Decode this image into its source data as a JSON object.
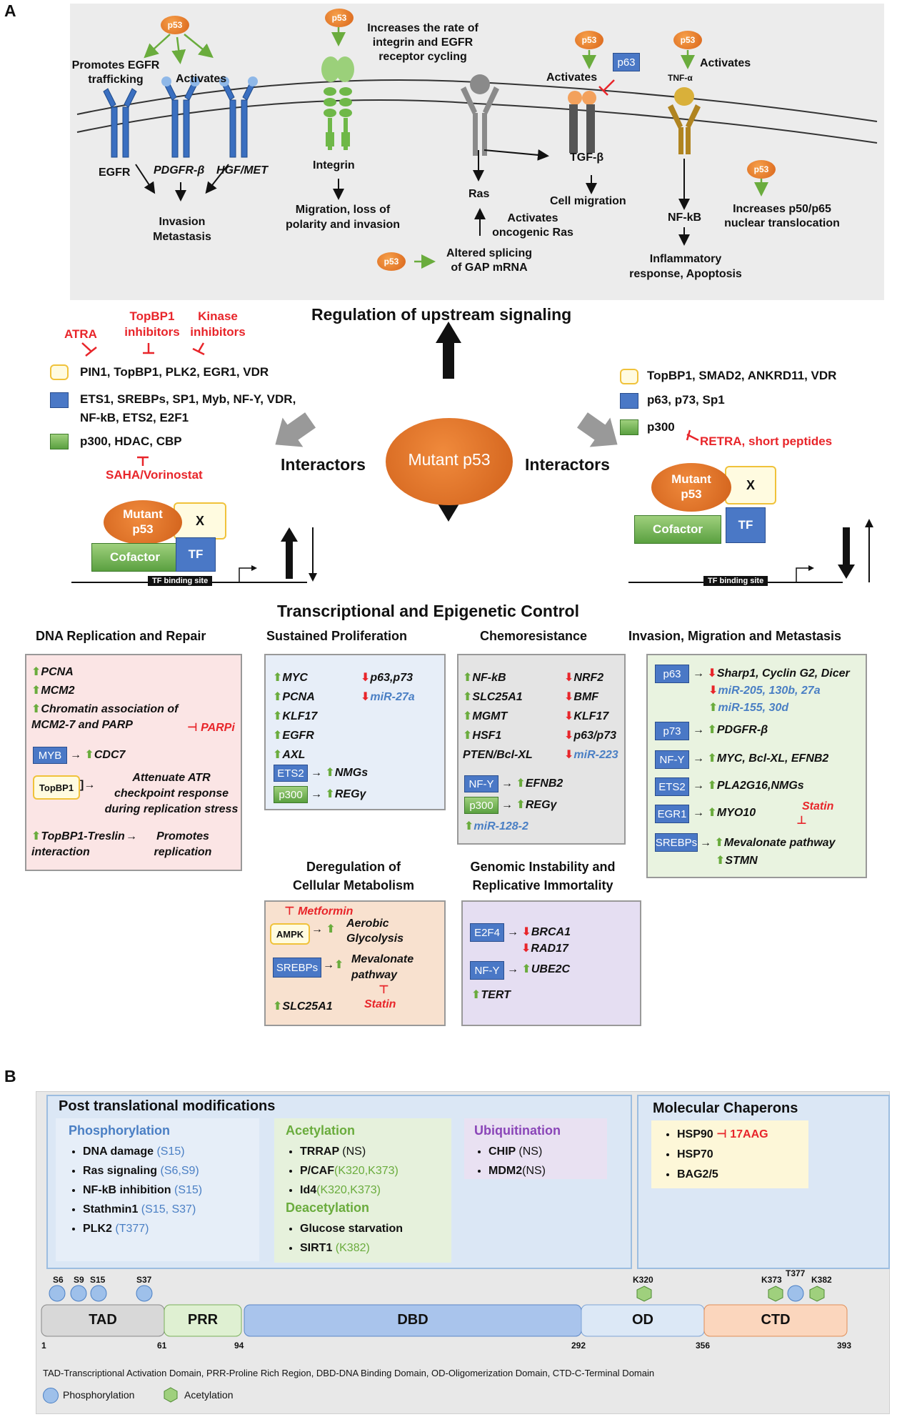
{
  "panel_a": {
    "label": "A",
    "mutant_p53": "Mutant p53",
    "upstream_title": "Regulation of upstream signaling",
    "transcription_title": "Transcriptional and Epigenetic Control",
    "interactors_left": "Interactors",
    "interactors_right": "Interactors",
    "p53": "p53",
    "receptors": {
      "promotes_egfr": "Promotes EGFR\ntrafficking",
      "activates1": "Activates",
      "egfr": "EGFR",
      "pdgfr": "PDGFR-β",
      "hgf": "HGF/MET",
      "invasion": "Invasion\nMetastasis",
      "integrin_text": "Increases the rate of\nintegrin and EGFR\nreceptor cycling",
      "integrin": "Integrin",
      "migration": "Migration, loss of\npolarity and invasion",
      "ras": "Ras",
      "activates_ras": "Activates\noncogenic Ras",
      "altered_splicing": "Altered splicing\nof GAP mRNA",
      "activates2": "Activates",
      "p63": "p63",
      "tgfb": "TGF-β",
      "cell_migration": "Cell migration",
      "activates3": "Activates",
      "tnfa": "TNF-α",
      "nfkb": "NF-kB",
      "increases_p50": "Increases p50/p65\nnuclear translocation",
      "inflammatory": "Inflammatory\nresponse, Apoptosis"
    },
    "left_inhibitors": {
      "atra": "ATRA",
      "topbp1": "TopBP1\ninhibitors",
      "kinase": "Kinase\ninhibitors",
      "saha": "SAHA/Vorinostat"
    },
    "left_rows": [
      "PIN1, TopBP1, PLK2, EGR1, VDR",
      "ETS1, SREBPs, SP1, Myb, NF-Y, VDR,",
      "NF-kB, ETS2, E2F1",
      "p300, HDAC, CBP"
    ],
    "right_rows": [
      "TopBP1, SMAD2, ANKRD11, VDR",
      "p63, p73, Sp1",
      "p300"
    ],
    "retra": "RETRA, short peptides",
    "complex": {
      "mutant": "Mutant\np53",
      "x": "X",
      "cofactor": "Cofactor",
      "tf": "TF",
      "site": "TF binding site"
    },
    "boxes": {
      "dna": {
        "title": "DNA Replication and Repair",
        "pcna": "PCNA",
        "mcm2": "MCM2",
        "chromatin": "Chromatin association of\nMCM2-7 and PARP",
        "parpi": "PARPi",
        "myb": "MYB",
        "cdc7": "CDC7",
        "topbp1": "TopBP1",
        "attenuate": "Attenuate ATR\ncheckpoint response\nduring replication stress",
        "treslin": "TopBP1-Treslin\ninteraction",
        "promotes": "Promotes\nreplication"
      },
      "prolif": {
        "title": "Sustained Proliferation",
        "up": [
          "MYC",
          "PCNA",
          "KLF17",
          "EGFR",
          "AXL"
        ],
        "down": [
          "p63,p73",
          "miR-27a"
        ],
        "ets2": "ETS2",
        "nmgs": "NMGs",
        "p300": "p300",
        "regy": "REGγ"
      },
      "chemo": {
        "title": "Chemoresistance",
        "up": [
          "NF-kB",
          "SLC25A1",
          "MGMT",
          "HSF1"
        ],
        "pten": "PTEN/Bcl-XL",
        "down": [
          "NRF2",
          "BMF",
          "KLF17",
          "p63/p73",
          "miR-223"
        ],
        "nfy": "NF-Y",
        "efnb2": "EFNB2",
        "p300": "p300",
        "regy": "REGγ",
        "mir128": "miR-128-2"
      },
      "invasion": {
        "title": "Invasion, Migration and Metastasis",
        "p63": "p63",
        "sharp": "Sharp1, Cyclin G2, Dicer",
        "mir205": "miR-205, 130b, 27a",
        "mir155": "miR-155, 30d",
        "p73": "p73",
        "pdgfr": "PDGFR-β",
        "nfy": "NF-Y",
        "myc": "MYC, Bcl-XL, EFNB2",
        "ets2": "ETS2",
        "pla": "PLA2G16,NMGs",
        "egr1": "EGR1",
        "myo10": "MYO10",
        "statin": "Statin",
        "srebps": "SREBPs",
        "mevalonate": "Mevalonate pathway",
        "stmn": "STMN"
      },
      "metab": {
        "title": "Deregulation of\nCellular Metabolism",
        "metformin": "Metformin",
        "ampk": "AMPK",
        "aerobic": "Aerobic\nGlycolysis",
        "srebps": "SREBPs",
        "mevalonate": "Mevalonate\npathway",
        "statin": "Statin",
        "slc": "SLC25A1"
      },
      "genomic": {
        "title": "Genomic Instability and\nReplicative Immortality",
        "e2f4": "E2F4",
        "brca1": "BRCA1",
        "rad17": "RAD17",
        "nfy": "NF-Y",
        "ube2c": "UBE2C",
        "tert": "TERT"
      }
    }
  },
  "panel_b": {
    "label": "B",
    "ptm_title": "Post translational modifications",
    "phos_title": "Phosphorylation",
    "phos": [
      {
        "name": "DNA damage",
        "site": "(S15)"
      },
      {
        "name": "Ras signaling",
        "site": "(S6,S9)"
      },
      {
        "name": "NF-kB inhibition",
        "site": "(S15)"
      },
      {
        "name": "Stathmin1",
        "site": "(S15, S37)"
      },
      {
        "name": "PLK2",
        "site": "(T377)"
      }
    ],
    "acet_title": "Acetylation",
    "acet": [
      {
        "name": "TRRAP",
        "site": "(NS)"
      },
      {
        "name": "P/CAF",
        "site": "(K320,K373)"
      },
      {
        "name": "Id4",
        "site": "(K320,K373)"
      }
    ],
    "deacet_title": "Deacetylation",
    "deacet": [
      {
        "name": "Glucose starvation",
        "site": ""
      },
      {
        "name": "SIRT1",
        "site": "(K382)"
      }
    ],
    "ubiq_title": "Ubiquitination",
    "ubiq": [
      {
        "name": "CHIP",
        "site": "(NS)"
      },
      {
        "name": "MDM2",
        "site": "(NS)"
      }
    ],
    "chap_title": "Molecular Chaperons",
    "chap": [
      "HSP90",
      "HSP70",
      "BAG2/5"
    ],
    "aag": "17AAG",
    "domains": [
      "TAD",
      "PRR",
      "DBD",
      "OD",
      "CTD"
    ],
    "positions": [
      "1",
      "61",
      "94",
      "292",
      "356",
      "393"
    ],
    "sites": [
      "S6",
      "S9",
      "S15",
      "S37",
      "K320",
      "K373",
      "T377",
      "K382"
    ],
    "footnote": "TAD-Transcriptional Activation Domain, PRR-Proline Rich Region, DBD-DNA Binding Domain, OD-Oligomerization Domain, CTD-C-Terminal Domain",
    "legend_phos": "Phosphorylation",
    "legend_acet": "Acetylation"
  },
  "colors": {
    "red": "#e8252a",
    "blue_tag": "#4a78c6",
    "green_arrow": "#6aac3d",
    "p53_orange": "#e07422"
  }
}
